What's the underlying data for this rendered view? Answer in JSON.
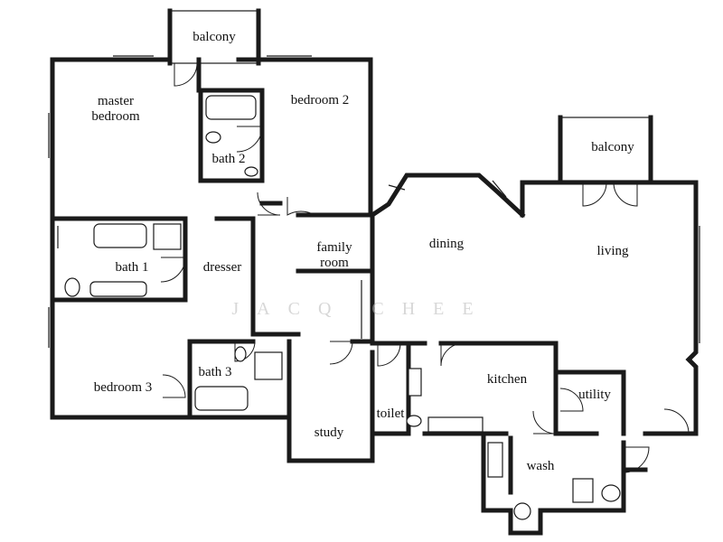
{
  "rooms": {
    "balcony_top": "balcony",
    "master_bedroom_line1": "master",
    "master_bedroom_line2": "bedroom",
    "bedroom_2": "bedroom 2",
    "bath_2": "bath 2",
    "bath_1": "bath 1",
    "dresser": "dresser",
    "family_room_line1": "family",
    "family_room_line2": "room",
    "dining": "dining",
    "living": "living",
    "balcony_right": "balcony",
    "bedroom_3": "bedroom 3",
    "bath_3": "bath 3",
    "study": "study",
    "toilet": "toilet",
    "kitchen": "kitchen",
    "utility": "utility",
    "wash": "wash"
  },
  "watermark": "JACQ CHEE"
}
